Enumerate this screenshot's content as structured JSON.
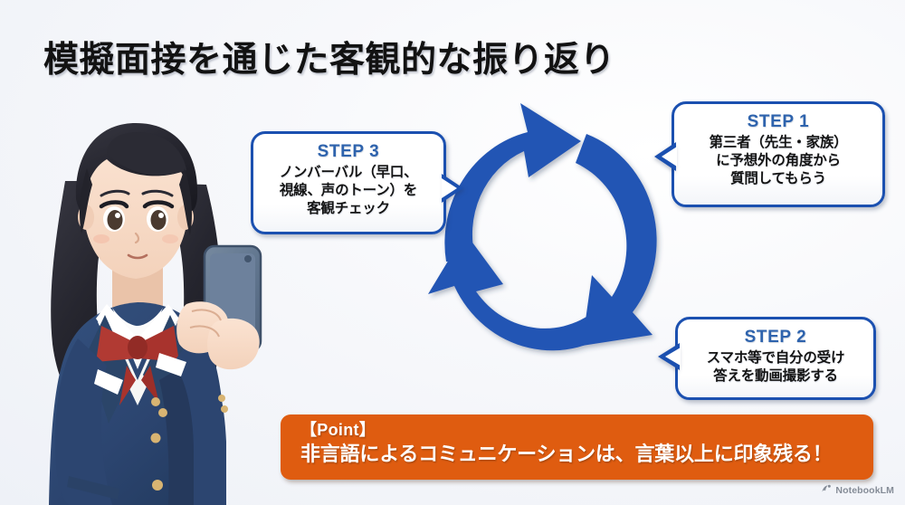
{
  "slide": {
    "title": "模擬面接を通じた客観的な振り返り",
    "background_color": "#f2f4f9"
  },
  "illustration": {
    "name": "student-with-smartphone",
    "description": "制服姿の女子学生がスマートフォンを持っているイラスト",
    "colors": {
      "hair": "#24242c",
      "blazer": "#2f4a74",
      "blazer_shadow": "#223a5e",
      "shirt": "#fbfbfb",
      "bowtie": "#b03530",
      "skin": "#f7d9c4",
      "phone": "#5d7292",
      "button": "#d8b472"
    }
  },
  "cycle": {
    "name": "three-step-cycle-arrows",
    "arrow_color": "#2255b4",
    "arrow_color_dark": "#1b47a0",
    "segments": 3,
    "direction": "clockwise"
  },
  "callouts": [
    {
      "id": "step1",
      "step_label": "STEP 1",
      "body": "第三者（先生・家族）\nに予想外の角度から\n質問してもらう",
      "border_color": "#1b50b0",
      "label_color": "#2e63ad"
    },
    {
      "id": "step2",
      "step_label": "STEP 2",
      "body": "スマホ等で自分の受け\n答えを動画撮影する",
      "border_color": "#1b50b0",
      "label_color": "#2e63ad"
    },
    {
      "id": "step3",
      "step_label": "STEP 3",
      "body": "ノンバーバル（早口、\n視線、声のトーン）を\n客観チェック",
      "border_color": "#1b50b0",
      "label_color": "#2e63ad"
    }
  ],
  "point_banner": {
    "tag": "【Point】",
    "text": "非言語によるコミュニケーションは、言葉以上に印象残る！",
    "background_color": "#df5c10",
    "text_color": "#ffffff"
  },
  "watermark": {
    "label": "NotebookLM",
    "icon": "notebooklm-logo-icon"
  }
}
